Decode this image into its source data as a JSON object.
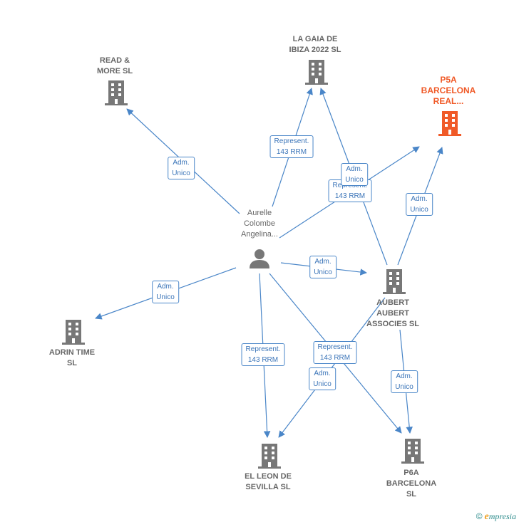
{
  "colors": {
    "edge": "#4a86c8",
    "node": "#777777",
    "focus": "#f05a28"
  },
  "nodes": {
    "person": {
      "label": [
        "Aurelle",
        "Colombe",
        "Angelina..."
      ]
    },
    "read_more": {
      "label": [
        "READ &",
        "MORE  SL"
      ]
    },
    "la_gaia": {
      "label": [
        "LA GAIA DE",
        "IBIZA 2022  SL"
      ]
    },
    "p5a": {
      "label": [
        "P5A",
        "BARCELONA",
        "REAL..."
      ]
    },
    "adrin": {
      "label": [
        "ADRIN TIME",
        "SL"
      ]
    },
    "aubert": {
      "label": [
        "AUBERT",
        "AUBERT",
        "ASSOCIES SL"
      ]
    },
    "el_leon": {
      "label": [
        "EL LEON DE",
        "SEVILLA  SL"
      ]
    },
    "p6a": {
      "label": [
        "P6A",
        "BARCELONA",
        "SL"
      ]
    }
  },
  "edge_labels": {
    "e1": [
      "Adm.",
      "Unico"
    ],
    "e2": [
      "Represent.",
      "143 RRM"
    ],
    "e3": [
      "Adm.",
      "Unico"
    ],
    "e4": [
      "Represent.",
      "143 RRM"
    ],
    "e5": [
      "Adm.",
      "Unico"
    ],
    "e6": [
      "Adm.",
      "Unico"
    ],
    "e7": [
      "Adm.",
      "Unico"
    ],
    "e8": [
      "Represent.",
      "143 RRM"
    ],
    "e9": [
      "Represent.",
      "143 RRM"
    ],
    "e10": [
      "Adm.",
      "Unico"
    ],
    "e11": [
      "Adm.",
      "Unico"
    ]
  },
  "footer": {
    "copyright": "©",
    "brand_initial": "e",
    "brand_rest": "mpresia"
  }
}
